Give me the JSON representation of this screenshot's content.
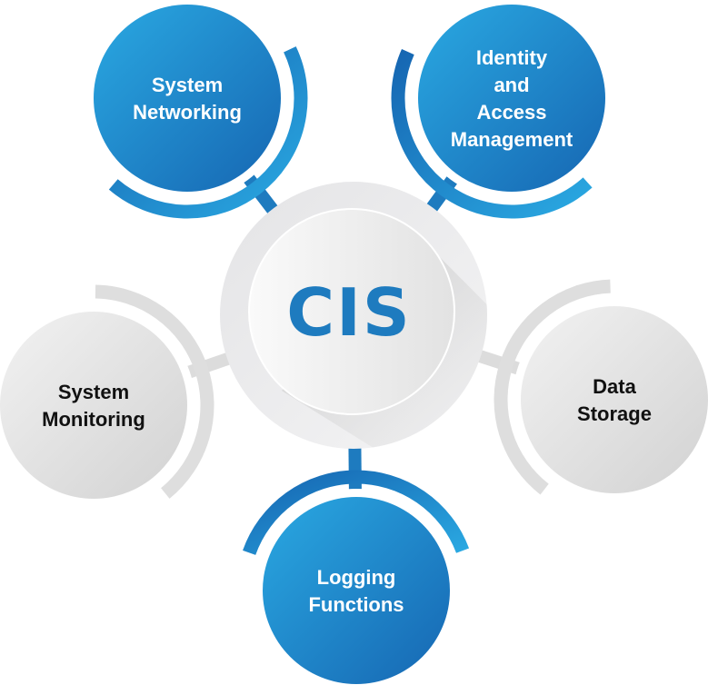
{
  "center": {
    "label": "CIS",
    "color": "#1e7bbf"
  },
  "colors": {
    "blue_light": "#2aa9e2",
    "blue_dark": "#1666b2",
    "gray_light": "#ededed",
    "gray_dark": "#d4d4d4"
  },
  "nodes": [
    {
      "id": "system-networking",
      "lines": [
        "System",
        "Networking"
      ],
      "style": "blue"
    },
    {
      "id": "identity-and-access-management",
      "lines": [
        "Identity",
        "and",
        "Access",
        "Management"
      ],
      "style": "blue"
    },
    {
      "id": "system-monitoring",
      "lines": [
        "System",
        "Monitoring"
      ],
      "style": "gray"
    },
    {
      "id": "data-storage",
      "lines": [
        "Data",
        "Storage"
      ],
      "style": "gray"
    },
    {
      "id": "logging-functions",
      "lines": [
        "Logging",
        "Functions"
      ],
      "style": "blue"
    }
  ]
}
